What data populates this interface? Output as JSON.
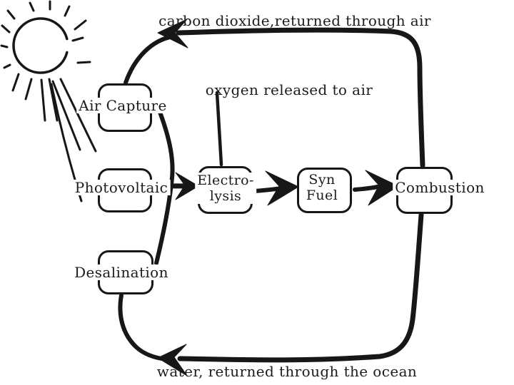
{
  "colors": {
    "ink": "#171717",
    "background": "#ffffff"
  },
  "icons": {
    "sun": "☀"
  },
  "nodes": {
    "air_capture": {
      "label": "Air Capture"
    },
    "photovoltaic": {
      "label": "Photovoltaic"
    },
    "desalination": {
      "label": "Desalination"
    },
    "electrolysis": {
      "line1": "Electro-",
      "line2": "lysis"
    },
    "syn_fuel": {
      "line1": "Syn",
      "line2": "Fuel"
    },
    "combustion": {
      "label": "Combustion"
    }
  },
  "flow_labels": {
    "carbon": "carbon dioxide,returned through air",
    "oxygen": "oxygen released to air",
    "water": "water, returned through the ocean"
  }
}
